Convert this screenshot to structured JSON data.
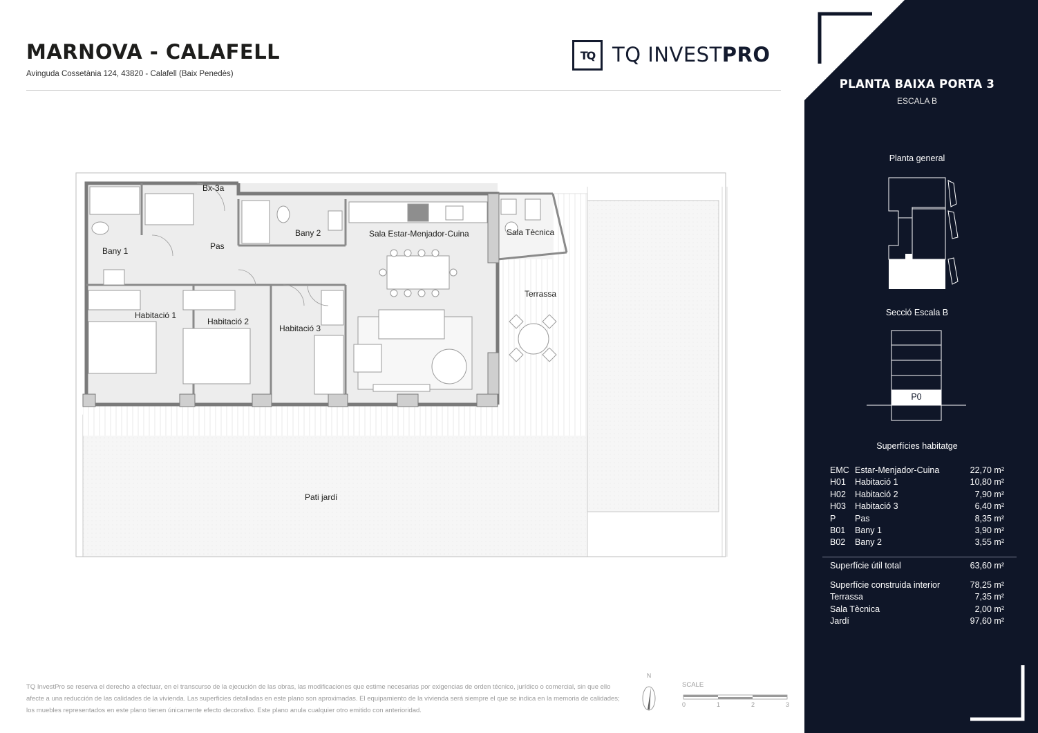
{
  "header": {
    "title": "MARNOVA - CALAFELL",
    "address": "Avinguda Cossetània 124, 43820 - Calafell (Baix Penedès)"
  },
  "logo": {
    "mark": "TQ",
    "text_regular": "TQ INVEST",
    "text_bold": "PRO",
    "color": "#131a2e"
  },
  "plan_labels": {
    "bx": "Bx-3a",
    "pas": "Pas",
    "bany1": "Bany 1",
    "bany2": "Bany 2",
    "sala": "Sala Estar-Menjador-Cuina",
    "tecnica": "Sala Tècnica",
    "terrassa": "Terrassa",
    "hab1": "Habitació 1",
    "hab2": "Habitació 2",
    "hab3": "Habitació 3",
    "pati": "Pati jardí"
  },
  "panel": {
    "background": "#0f1628",
    "title": "PLANTA BAIXA PORTA 3",
    "subtitle": "ESCALA B",
    "general_label": "Planta general",
    "section_label": "Secció Escala B",
    "floor_label": "P0",
    "surfaces_label": "Superfícies habitatge",
    "rooms": [
      {
        "code": "EMC",
        "name": "Estar-Menjador-Cuina",
        "area": "22,70 m²"
      },
      {
        "code": "H01",
        "name": "Habitació 1",
        "area": "10,80 m²"
      },
      {
        "code": "H02",
        "name": "Habitació 2",
        "area": "7,90 m²"
      },
      {
        "code": "H03",
        "name": "Habitació 3",
        "area": "6,40 m²"
      },
      {
        "code": "P",
        "name": "Pas",
        "area": "8,35 m²"
      },
      {
        "code": "B01",
        "name": "Bany 1",
        "area": "3,90 m²"
      },
      {
        "code": "B02",
        "name": "Bany 2",
        "area": "3,55 m²"
      }
    ],
    "total_useful": {
      "name": "Superfície útil total",
      "area": "63,60 m²"
    },
    "totals": [
      {
        "name": "Superfície construida interior",
        "area": "78,25 m²"
      },
      {
        "name": "Terrassa",
        "area": "7,35 m²"
      },
      {
        "name": "Sala Tècnica",
        "area": "2,00 m²"
      },
      {
        "name": "Jardí",
        "area": "97,60 m²"
      }
    ]
  },
  "footer": {
    "disclaimer": "TQ InvestPro se reserva el derecho a efectuar, en el transcurso de la ejecución de las obras, las modificaciones que estime necesarias por exigencias de orden técnico, jurídico o comercial, sin que ello afecte a una reducción de las calidades de la vivienda. Las superficies detalladas en este plano son aproximadas. El equipamiento de la vivienda será siempre el que se indica en la memoria de calidades; los muebles representados en este plano tienen únicamente efecto decorativo. Este plano anula cualquier otro emitido con anterioridad.",
    "north_label": "N",
    "scale_label": "SCALE",
    "scale_ticks": [
      "0",
      "1",
      "2",
      "3"
    ]
  }
}
